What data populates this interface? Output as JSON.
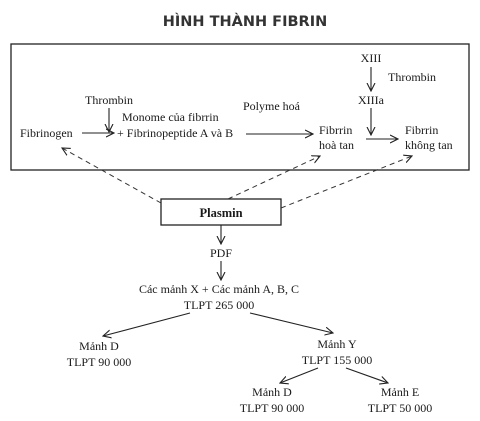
{
  "title": "HÌNH THÀNH FIBRIN",
  "nodes": {
    "xiii": "XIII",
    "thrombin_right": "Thrombin",
    "xiiia": "XIIIa",
    "thrombin_left": "Thrombin",
    "monome_line1": "Monome của fibrrin",
    "monome_line2": "+ Fibrinopeptide A và B",
    "polyme": "Polyme hoá",
    "fibrinogen": "Fibrinogen",
    "fibrin_soluble_line1": "Fibrrin",
    "fibrin_soluble_line2": "hoà tan",
    "fibrin_insoluble_line1": "Fibrrin",
    "fibrin_insoluble_line2": "không tan",
    "plasmin": "Plasmin",
    "pdf": "PDF",
    "fragments_line1": "Các mảnh X + Các  mảnh A, B, C",
    "fragments_line2": "TLPT 265 000",
    "frag_d1_name": "Mảnh D",
    "frag_d1_mw": "TLPT 90 000",
    "frag_y_name": "Mảnh Y",
    "frag_y_mw": "TLPT 155 000",
    "frag_d2_name": "Mảnh D",
    "frag_d2_mw": "TLPT 90 000",
    "frag_e_name": "Mảnh E",
    "frag_e_mw": "TLPT 50 000"
  }
}
